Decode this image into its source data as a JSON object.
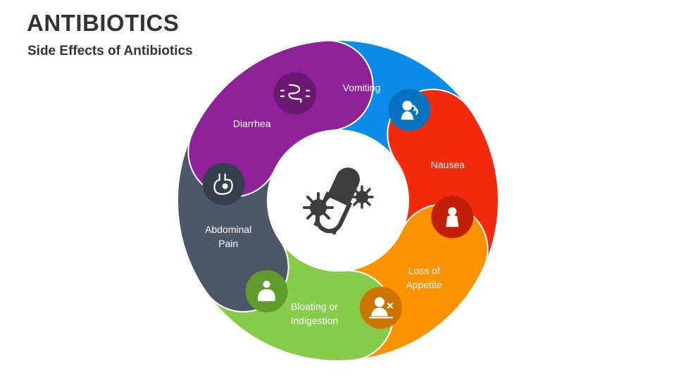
{
  "title": "ANTIBIOTICS",
  "subtitle": "Side Effects of Antibiotics",
  "center_icon": "capsule-bacteria-icon",
  "segments": [
    {
      "label_lines": [
        "Vomiting"
      ],
      "color": "#0b8ce9",
      "icon_bg": "#0873c0",
      "icon": "vomiting-person-icon"
    },
    {
      "label_lines": [
        "Nausea"
      ],
      "color": "#f42a0e",
      "icon_bg": "#c21f08",
      "icon": "nausea-person-icon"
    },
    {
      "label_lines": [
        "Loss of",
        "Appetite"
      ],
      "color": "#fb9200",
      "icon_bg": "#cc7400",
      "icon": "food-refusal-icon"
    },
    {
      "label_lines": [
        "Bloating or",
        "Indigestion"
      ],
      "color": "#86cc4a",
      "icon_bg": "#5f9c2c",
      "icon": "bloated-stomach-icon"
    },
    {
      "label_lines": [
        "Abdominal",
        "Pain"
      ],
      "color": "#4c5868",
      "icon_bg": "#36404d",
      "icon": "stomach-pain-icon"
    },
    {
      "label_lines": [
        "Diarrhea"
      ],
      "color": "#8f2299",
      "icon_bg": "#6a1872",
      "icon": "intestine-icon"
    }
  ]
}
